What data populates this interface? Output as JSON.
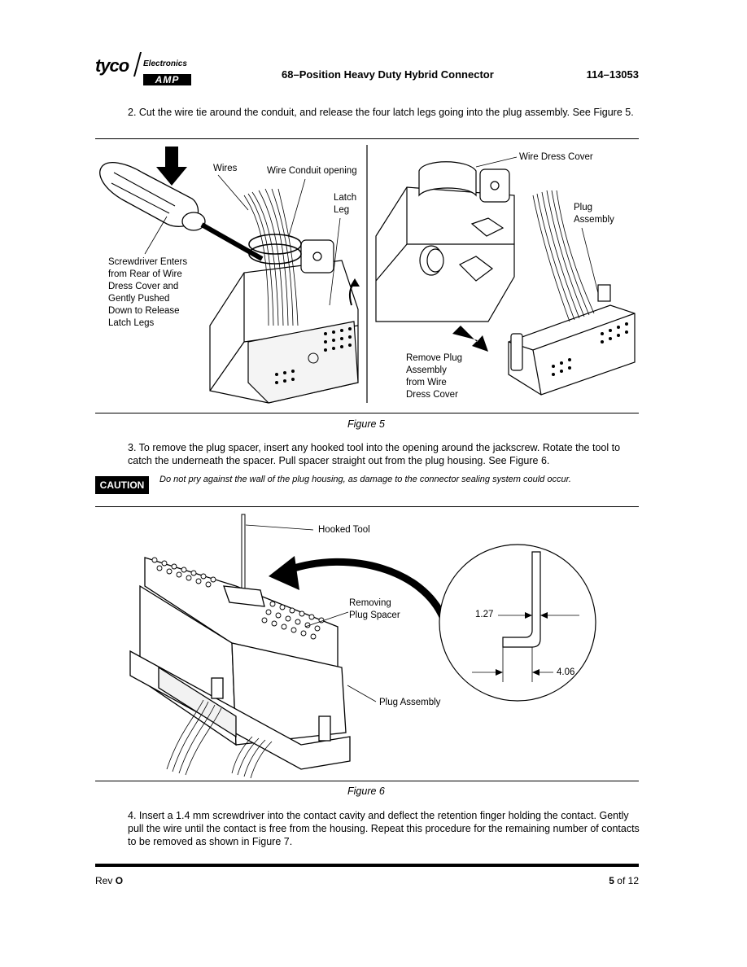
{
  "header": {
    "logo_tyco": "tyco",
    "logo_electronics": "Electronics",
    "logo_amp": "AMP",
    "title": "68–Position Heavy Duty Hybrid Connector",
    "doc_number": "114–13053"
  },
  "steps": {
    "step2": "2. Cut the wire tie around the conduit, and release the four latch legs going into the plug assembly. See Figure 5.",
    "step3": "3. To remove the plug spacer, insert any hooked tool into the opening around the jackscrew. Rotate the tool to catch the underneath the spacer. Pull spacer straight out from the plug housing. See Figure 6.",
    "step4": "4. Insert a 1.4 mm screwdriver into the contact cavity and deflect the retention finger holding the contact. Gently pull the wire until the contact is free from the housing. Repeat this procedure for the remaining number of contacts to be removed as shown in Figure 7."
  },
  "caution": {
    "badge": "CAUTION",
    "text": "Do not pry against the wall of the plug housing, as damage to the connector sealing system could occur."
  },
  "figure5": {
    "caption": "Figure 5",
    "labels": {
      "wires": "Wires",
      "conduit": "Wire Conduit opening",
      "latch_leg_1": "Latch",
      "latch_leg_2": "Leg",
      "screwdriver": [
        "Screwdriver Enters",
        "from Rear of Wire",
        "Dress Cover and",
        "Gently Pushed",
        "Down to Release",
        "Latch Legs"
      ],
      "wire_dress_cover": "Wire Dress Cover",
      "plug_assembly_1": "Plug",
      "plug_assembly_2": "Assembly",
      "remove_plug": [
        "Remove Plug",
        "Assembly",
        "from Wire",
        "Dress Cover"
      ]
    }
  },
  "figure6": {
    "caption": "Figure 6",
    "labels": {
      "hooked_tool": "Hooked Tool",
      "removing_1": "Removing",
      "removing_2": "Plug Spacer",
      "plug_assembly": "Plug Assembly",
      "dim_a": "1.27",
      "dim_b": "4.06"
    }
  },
  "footer": {
    "rev_label": "Rev",
    "rev_value": "O",
    "page_current": "5",
    "page_of": "of 12"
  }
}
